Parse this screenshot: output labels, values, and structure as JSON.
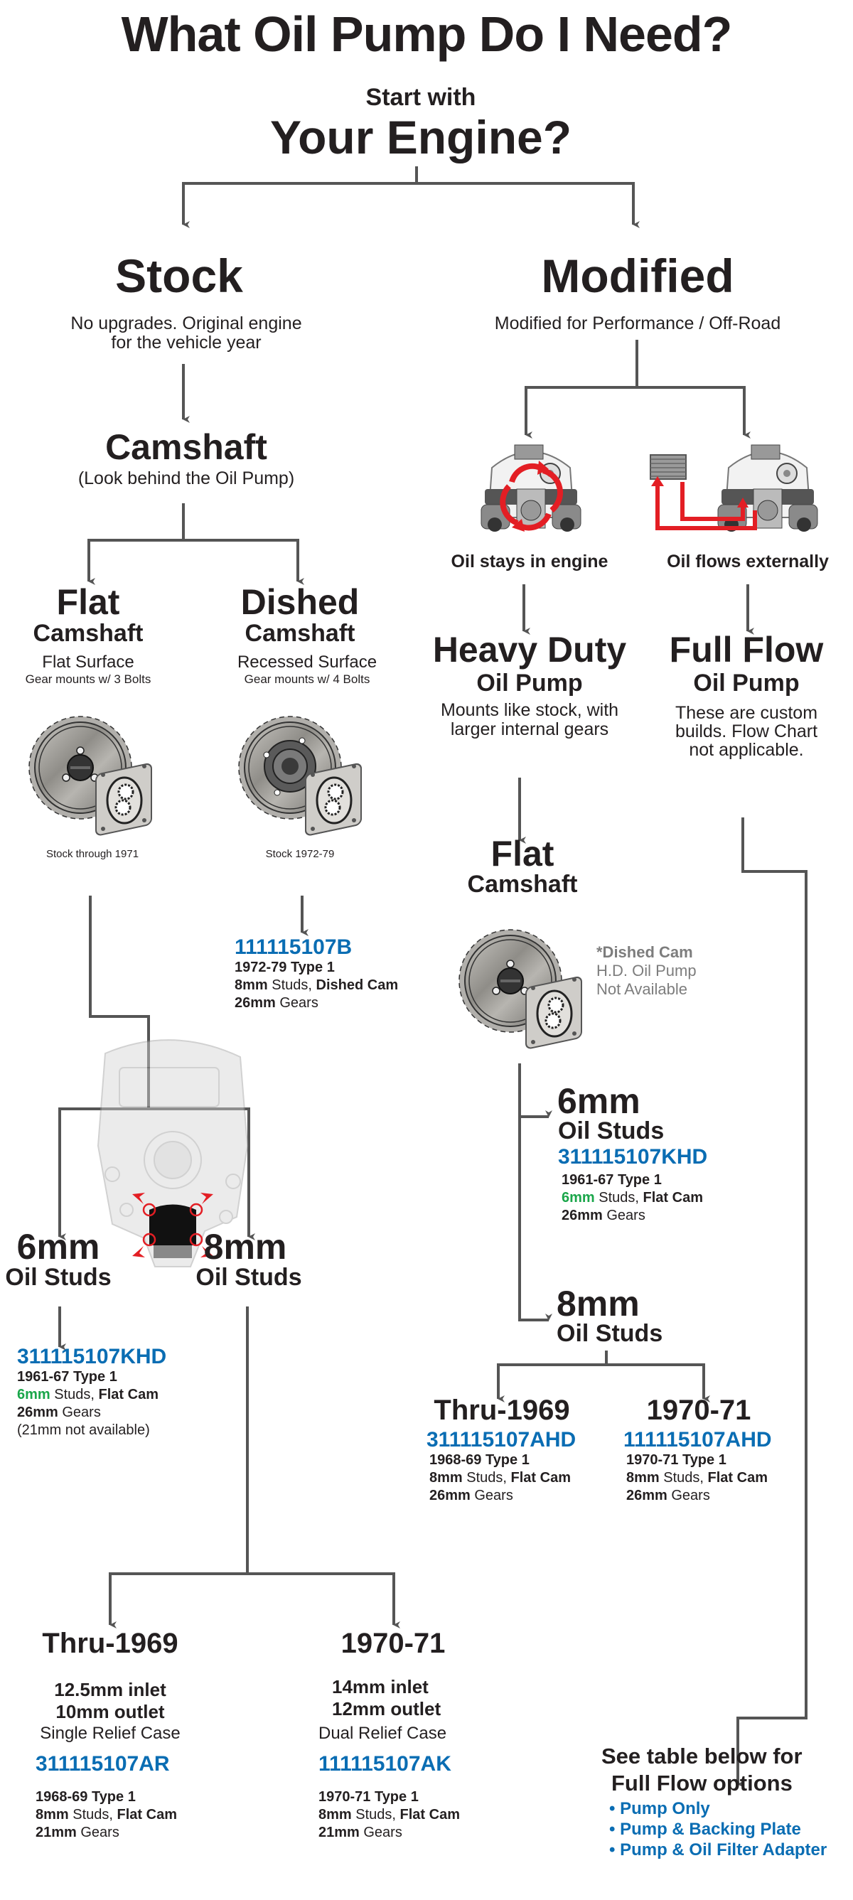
{
  "title": "What Oil Pump Do I Need?",
  "start": {
    "prefix": "Start with",
    "heading": "Your Engine?"
  },
  "colors": {
    "part_number": "#0a6db3",
    "highlight_green": "#1aa64a",
    "connector": "#555555",
    "oil_arrow": "#e31e24",
    "note_grey": "#7d7d7d"
  },
  "stock": {
    "heading": "Stock",
    "desc": [
      "No upgrades. Original engine",
      "for the vehicle year"
    ],
    "camshaft": {
      "heading": "Camshaft",
      "desc": "(Look behind the Oil Pump)"
    },
    "flat": {
      "heading": "Flat",
      "sub": "Camshaft",
      "surface": "Flat Surface",
      "mount": "Gear mounts w/ 3 Bolts",
      "caption": "Stock through 1971",
      "image_icon": "flat-cam-gear-pump"
    },
    "dished": {
      "heading": "Dished",
      "sub": "Camshaft",
      "surface": "Recessed Surface",
      "mount": "Gear mounts w/ 4 Bolts",
      "caption": "Stock 1972-79",
      "image_icon": "dished-cam-gear-pump",
      "result": {
        "part": "111115107B",
        "lines": [
          [
            {
              "t": "1972-79 Type 1",
              "s": "b"
            }
          ],
          [
            {
              "t": "8mm",
              "s": "b"
            },
            {
              "t": " Studs, ",
              "s": "n"
            },
            {
              "t": "Dished Cam",
              "s": "b"
            }
          ],
          [
            {
              "t": "26mm",
              "s": "b"
            },
            {
              "t": " Gears",
              "s": "n"
            }
          ]
        ]
      }
    },
    "case_image_icon": "engine-case-oil-studs",
    "studs6": {
      "heading": "6mm",
      "sub": "Oil Studs",
      "result": {
        "part": "311115107KHD",
        "lines": [
          [
            {
              "t": "1961-67 Type 1",
              "s": "b"
            }
          ],
          [
            {
              "t": "6mm",
              "s": "g"
            },
            {
              "t": " Studs, ",
              "s": "n"
            },
            {
              "t": "Flat Cam",
              "s": "b"
            }
          ],
          [
            {
              "t": "26mm",
              "s": "b"
            },
            {
              "t": " Gears",
              "s": "n"
            }
          ],
          [
            {
              "t": "(21mm not available)",
              "s": "n"
            }
          ]
        ]
      }
    },
    "studs8": {
      "heading": "8mm",
      "sub": "Oil Studs",
      "thru1969": {
        "heading": "Thru-1969",
        "inlet": "12.5mm inlet",
        "outlet": "10mm outlet",
        "case": "Single Relief Case",
        "part": "311115107AR",
        "lines": [
          [
            {
              "t": "1968-69 Type 1",
              "s": "b"
            }
          ],
          [
            {
              "t": "8mm",
              "s": "b"
            },
            {
              "t": " Studs, ",
              "s": "n"
            },
            {
              "t": "Flat Cam",
              "s": "b"
            }
          ],
          [
            {
              "t": "21mm",
              "s": "b"
            },
            {
              "t": " Gears",
              "s": "n"
            }
          ]
        ]
      },
      "y1970_71": {
        "heading": "1970-71",
        "inlet": "14mm inlet",
        "outlet": "12mm outlet",
        "case": "Dual Relief Case",
        "part": "111115107AK",
        "lines": [
          [
            {
              "t": "1970-71 Type 1",
              "s": "b"
            }
          ],
          [
            {
              "t": "8mm",
              "s": "b"
            },
            {
              "t": " Studs, ",
              "s": "n"
            },
            {
              "t": "Flat Cam",
              "s": "b"
            }
          ],
          [
            {
              "t": "21mm",
              "s": "b"
            },
            {
              "t": " Gears",
              "s": "n"
            }
          ]
        ]
      }
    }
  },
  "modified": {
    "heading": "Modified",
    "desc": "Modified for Performance / Off-Road",
    "internal": {
      "label": "Oil stays in engine",
      "image_icon": "engine-internal-oil-circulation"
    },
    "external": {
      "label": "Oil flows externally",
      "image_icon": "engine-external-oil-cooler"
    },
    "heavy_duty": {
      "heading": "Heavy Duty",
      "sub": "Oil Pump",
      "desc": [
        "Mounts like stock, with",
        "larger internal gears"
      ],
      "flat": {
        "heading": "Flat",
        "sub": "Camshaft",
        "image_icon": "flat-cam-gear-pump",
        "note": {
          "title": "*Dished Cam",
          "lines": [
            "H.D. Oil Pump",
            "Not Available"
          ]
        }
      },
      "studs6": {
        "heading": "6mm",
        "sub": "Oil Studs",
        "part": "311115107KHD",
        "lines": [
          [
            {
              "t": "1961-67 Type 1",
              "s": "b"
            }
          ],
          [
            {
              "t": "6mm",
              "s": "g"
            },
            {
              "t": " Studs, ",
              "s": "n"
            },
            {
              "t": "Flat Cam",
              "s": "b"
            }
          ],
          [
            {
              "t": "26mm",
              "s": "b"
            },
            {
              "t": " Gears",
              "s": "n"
            }
          ]
        ]
      },
      "studs8": {
        "heading": "8mm",
        "sub": "Oil Studs",
        "thru1969": {
          "heading": "Thru-1969",
          "part": "311115107AHD",
          "lines": [
            [
              {
                "t": "1968-69 Type 1",
                "s": "b"
              }
            ],
            [
              {
                "t": "8mm",
                "s": "b"
              },
              {
                "t": " Studs, ",
                "s": "n"
              },
              {
                "t": "Flat Cam",
                "s": "b"
              }
            ],
            [
              {
                "t": "26mm",
                "s": "b"
              },
              {
                "t": " Gears",
                "s": "n"
              }
            ]
          ]
        },
        "y1970_71": {
          "heading": "1970-71",
          "part": "111115107AHD",
          "lines": [
            [
              {
                "t": "1970-71 Type 1",
                "s": "b"
              }
            ],
            [
              {
                "t": "8mm",
                "s": "b"
              },
              {
                "t": " Studs, ",
                "s": "n"
              },
              {
                "t": "Flat Cam",
                "s": "b"
              }
            ],
            [
              {
                "t": "26mm",
                "s": "b"
              },
              {
                "t": " Gears",
                "s": "n"
              }
            ]
          ]
        }
      }
    },
    "full_flow": {
      "heading": "Full Flow",
      "sub": "Oil Pump",
      "desc": [
        "These are custom",
        "builds. Flow Chart",
        "not applicable."
      ],
      "see_table": [
        "See table below for",
        "Full Flow options"
      ],
      "options": [
        "• Pump Only",
        "• Pump & Backing Plate",
        "• Pump & Oil Filter Adapter"
      ]
    }
  }
}
